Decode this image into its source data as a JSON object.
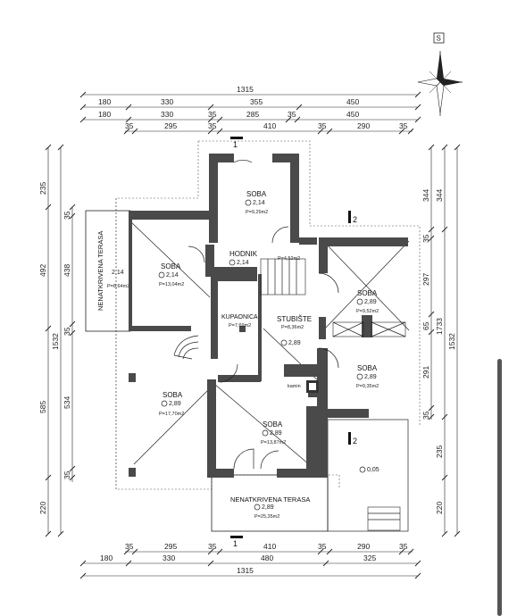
{
  "plan": {
    "north_label": "S",
    "dims": {
      "top_total": "1315",
      "top_row1": [
        "180",
        "330",
        "355",
        "450"
      ],
      "top_row2": [
        "180",
        "330",
        "35",
        "285",
        "35",
        "450"
      ],
      "top_row3": [
        "35",
        "295",
        "35",
        "410",
        "35",
        "290",
        "35"
      ],
      "bottom_row1": [
        "35",
        "295",
        "35",
        "410",
        "35",
        "290",
        "35"
      ],
      "bottom_row2": [
        "180",
        "330",
        "480",
        "325"
      ],
      "bottom_total": "1315",
      "left_outer": [
        "235",
        "492",
        "585",
        "220"
      ],
      "left_total": "1532",
      "left_inner": [
        "35",
        "438",
        "35",
        "534",
        "35"
      ],
      "right_inner": [
        "344",
        "35",
        "297",
        "65",
        "291",
        "35"
      ],
      "right_outer": [
        "344",
        "1733",
        "235",
        "220"
      ],
      "right_total": "1532"
    },
    "sections": {
      "top": "1",
      "bottom": "1",
      "right_top": "2",
      "right_bottom": "2"
    },
    "rooms": [
      {
        "name": "SOBA",
        "level": "2,14",
        "area": "P=9,29m2"
      },
      {
        "name": "SOBA",
        "level": "2,14",
        "area": "P=13,04m2"
      },
      {
        "name": "HODNIK",
        "level": "2,14",
        "area": "P=4,52m2"
      },
      {
        "name": "SOBA",
        "level": "2,89",
        "area": "P=9,52m2"
      },
      {
        "name": "KUPAONICA",
        "level": "",
        "area": "P=7,69m2"
      },
      {
        "name": "STUBIŠTE",
        "level": "",
        "area": "P=8,36m2"
      },
      {
        "name": "SOBA",
        "level": "2,89",
        "area": "P=9,35m2"
      },
      {
        "name": "SOBA",
        "level": "2,89",
        "area": "P=17,70m2"
      },
      {
        "name": "SOBA",
        "level": "2,89",
        "area": "P=13,87m2"
      }
    ],
    "terrace_left": {
      "name": "NENATKRIVENA TERASA",
      "level": "2,14",
      "area": "P=8,64m2"
    },
    "terrace_bottom": {
      "name": "NENATKRIVENA TERASA",
      "level": "2,89",
      "area": "P=25,35m2"
    },
    "stair_level": "2,89",
    "kamin_label": "kamin",
    "outside_level": "0,05"
  }
}
